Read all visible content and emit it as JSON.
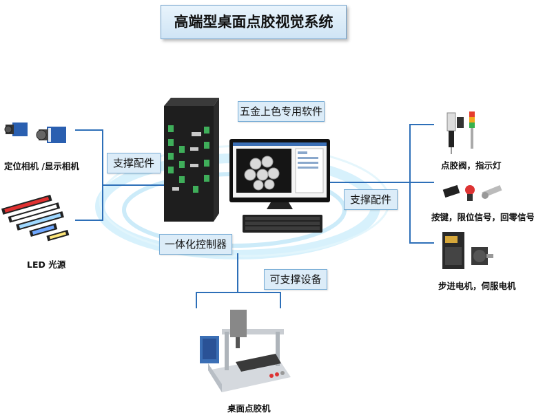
{
  "title": "高端型桌面点胶视觉系统",
  "labels": {
    "software": "五金上色专用软件",
    "support_left": "支撑配件",
    "support_right": "支撑配件",
    "controller": "一体化控制器",
    "supported_device": "可支撑设备"
  },
  "captions": {
    "cameras": "定位相机 /显示相机",
    "led": "LED 光源",
    "valve": "点胶阀，指示灯",
    "buttons": "按键，限位信号，回零信号",
    "motors": "步进电机，伺服电机",
    "machine": "桌面点胶机"
  },
  "colors": {
    "connector": "#2d6fb8",
    "label_bg": "#dcecf8",
    "label_border": "#7aaed6",
    "halo": "#bfe6f7"
  }
}
